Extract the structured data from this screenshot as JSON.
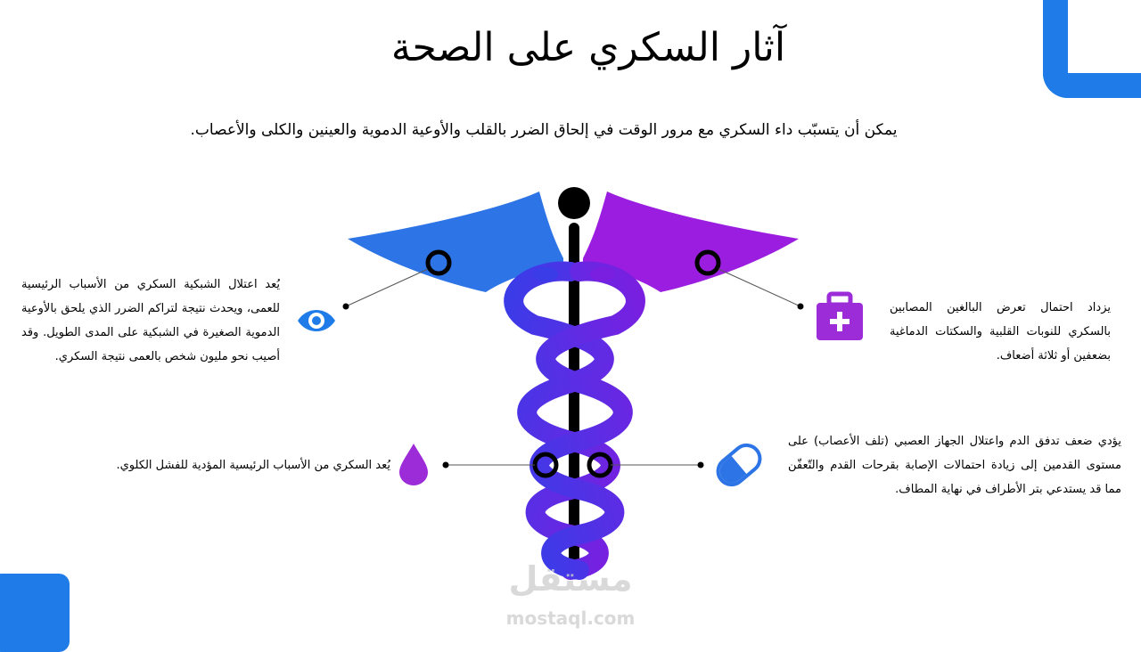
{
  "slide": {
    "title": "آثار السكري على الصحة",
    "subtitle": "يمكن أن يتسبّب داء السكري مع مرور الوقت في إلحاق الضرر بالقلب والأوعية الدموية والعينين والكلى والأعصاب."
  },
  "items": {
    "eye": {
      "icon": "eye-icon",
      "text": "يُعد اعتلال الشبكية السكري من الأسباب الرئيسية للعمى، ويحدث نتيجة لتراكم الضرر الذي يلحق بالأوعية الدموية الصغيرة في الشبكية على المدى الطويل. وقد أصيب نحو مليون شخص بالعمى نتيجة السكري."
    },
    "heart": {
      "icon": "first-aid-kit-icon",
      "text": "يزداد احتمال تعرض البالغين المصابين بالسكري للنوبات القلبية والسكتات الدماغية بضعفين أو ثلاثة أضعاف."
    },
    "kidney": {
      "icon": "drop-icon",
      "text": "يُعد السكري من الأسباب الرئيسية المؤدية للفشل الكلوي."
    },
    "nerves": {
      "icon": "pill-icon",
      "text": "يؤدي ضعف تدفق الدم واعتلال الجهاز العصبي (تلف الأعصاب) على مستوى القدمين إلى زيادة احتمالات الإصابة بقرحات القدم والتّعفّن مما قد يستدعي بتر الأطراف في نهاية المطاف."
    }
  },
  "watermark": {
    "arabic": "مستقل",
    "latin": "mostaql.com"
  },
  "colors": {
    "accent_blue": "#1e7be8",
    "wing_blue": "#2d74e6",
    "wing_purple": "#9b1ee0",
    "snake_blue": "#3a3ce8",
    "snake_purple": "#7a1fe0",
    "icon_purple": "#9c2bd8"
  }
}
